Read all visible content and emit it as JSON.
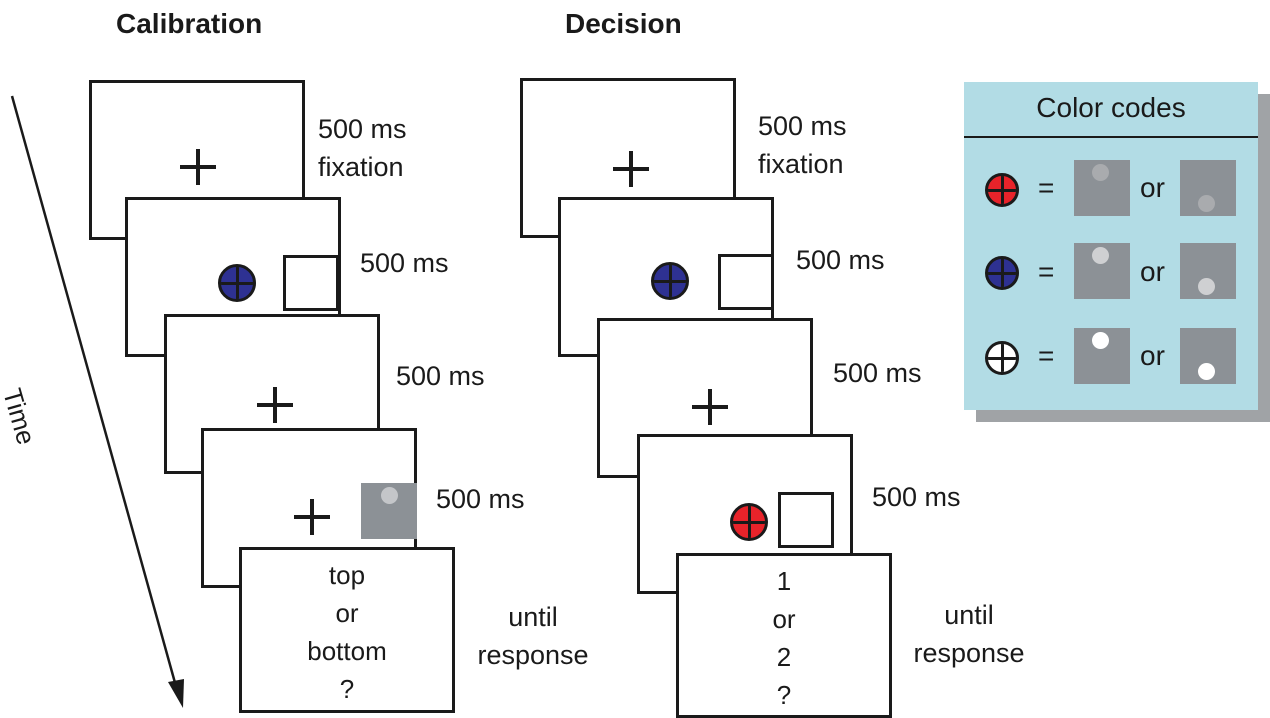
{
  "titles": {
    "calibration": "Calibration",
    "decision": "Decision"
  },
  "time_label": "Time",
  "calibration": {
    "frame1_label_line1": "500 ms",
    "frame1_label_line2": "fixation",
    "frame2_label": "500 ms",
    "frame3_label": "500 ms",
    "frame4_label": "500 ms",
    "response_lines": [
      "top",
      "or",
      "bottom",
      "?"
    ],
    "response_label_line1": "until",
    "response_label_line2": "response"
  },
  "decision": {
    "frame1_label_line1": "500 ms",
    "frame1_label_line2": "fixation",
    "frame2_label": "500 ms",
    "frame3_label": "500 ms",
    "frame4_label": "500 ms",
    "response_lines": [
      "1",
      "or",
      "2",
      "?"
    ],
    "response_label_line1": "until",
    "response_label_line2": "response"
  },
  "legend": {
    "title": "Color codes",
    "equals": "=",
    "or": "or",
    "rows": [
      {
        "cue_color": "#e8232a",
        "dot_color": "#a9abae"
      },
      {
        "cue_color": "#2e3192",
        "dot_color": "#cfd0d2"
      },
      {
        "cue_color": "#ffffff",
        "dot_color": "#ffffff"
      }
    ]
  },
  "colors": {
    "stimulus_background": "#8c9196",
    "stimulus_dot_calibration": "#c4c6c9",
    "legend_background": "#b2dce5",
    "legend_shadow": "#a0a3a6",
    "blue_cue": "#2e3192",
    "red_cue": "#e8232a"
  }
}
